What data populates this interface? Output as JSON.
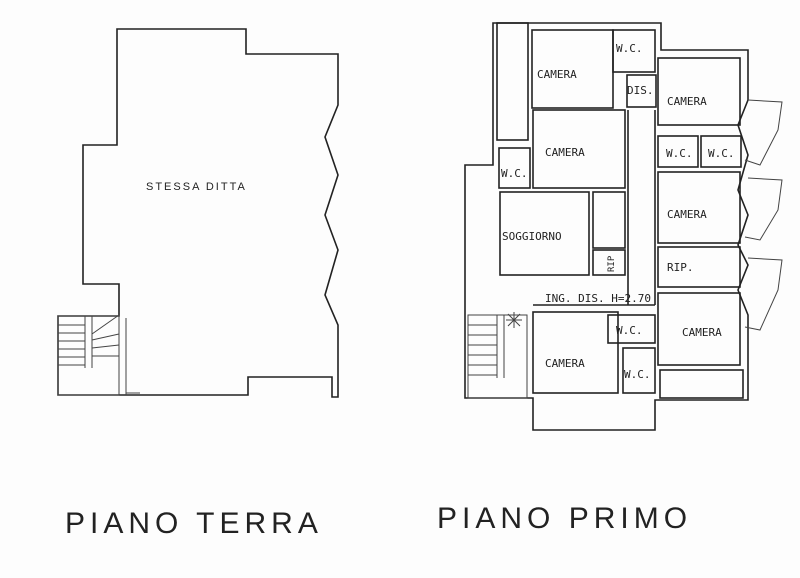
{
  "ground_floor": {
    "title": "PIANO TERRA",
    "area_label": "STESSA DITTA"
  },
  "first_floor": {
    "title": "PIANO PRIMO",
    "rooms": {
      "camera_1": "CAMERA",
      "wc_top": "W.C.",
      "dis": "DIS.",
      "camera_right_1": "CAMERA",
      "camera_2": "CAMERA",
      "wc_left": "W.C.",
      "wc_right_a": "W.C.",
      "wc_right_b": "W.C.",
      "soggiorno": "SOGGIORNO",
      "camera_right_2": "CAMERA",
      "rip_small": "RIP",
      "rip": "RIP.",
      "entrance": "ING. DIS. H=2.70",
      "wc_bottom_a": "W.C.",
      "camera_right_3": "CAMERA",
      "camera_bottom": "CAMERA",
      "wc_bottom_b": "W.C."
    }
  }
}
